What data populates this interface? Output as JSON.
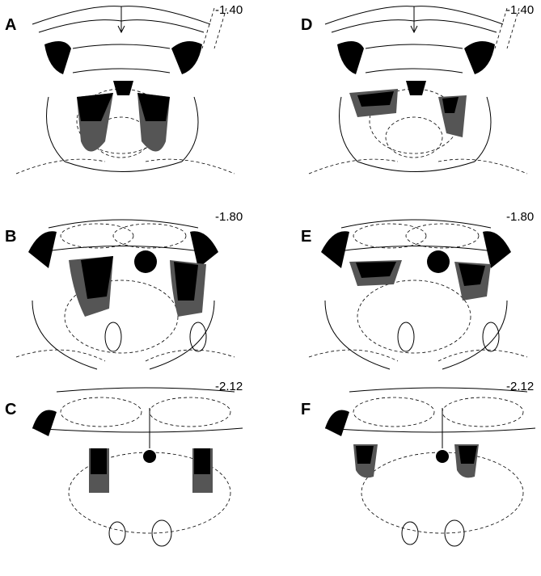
{
  "panels": [
    {
      "letter": "A",
      "coord": "-1.40"
    },
    {
      "letter": "B",
      "coord": "-1.80"
    },
    {
      "letter": "C",
      "coord": "-2.12"
    },
    {
      "letter": "D",
      "coord": "-1.40"
    },
    {
      "letter": "E",
      "coord": "-1.80"
    },
    {
      "letter": "F",
      "coord": "-2.12"
    }
  ],
  "colors": {
    "lesion_core": "#000000",
    "lesion_extent": "#555555",
    "outline": "#000000",
    "background": "#ffffff"
  }
}
